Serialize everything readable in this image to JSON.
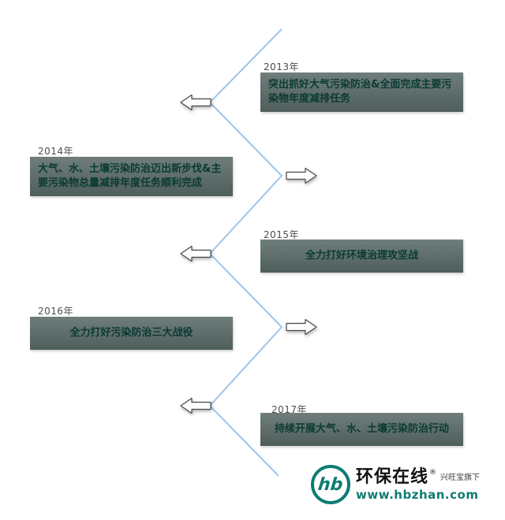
{
  "timeline": {
    "items": [
      {
        "year": "2013年",
        "side": "right",
        "text": "突出抓好大气污染防治&全面完成主要污染物年度减排任务"
      },
      {
        "year": "2014年",
        "side": "left",
        "text": "大气、水、土壤污染防治迈出新步伐&主要污染物总量减排年度任务顺利完成"
      },
      {
        "year": "2015年",
        "side": "right",
        "text": "全力打好环境治理攻坚战"
      },
      {
        "year": "2016年",
        "side": "left",
        "text": "全力打好污染防治三大战役"
      },
      {
        "year": "2017年",
        "side": "right",
        "text": "持续开展大气、水、土壤污染防治行动"
      }
    ]
  },
  "colors": {
    "zigzag_line": "#9fc5e8",
    "box_bg_top": "#6f7e7b",
    "box_bg_bottom": "#4f5e5b",
    "box_text": "#0a3a33",
    "year_text": "#4d4d4d",
    "accent_teal": "#0e7c72"
  },
  "watermark": {
    "logo_monogram": "hb",
    "brand": "环保在线",
    "registered_mark": "®",
    "sub_brand": "兴旺宝旗下",
    "url": "www.hbzhan.com"
  }
}
